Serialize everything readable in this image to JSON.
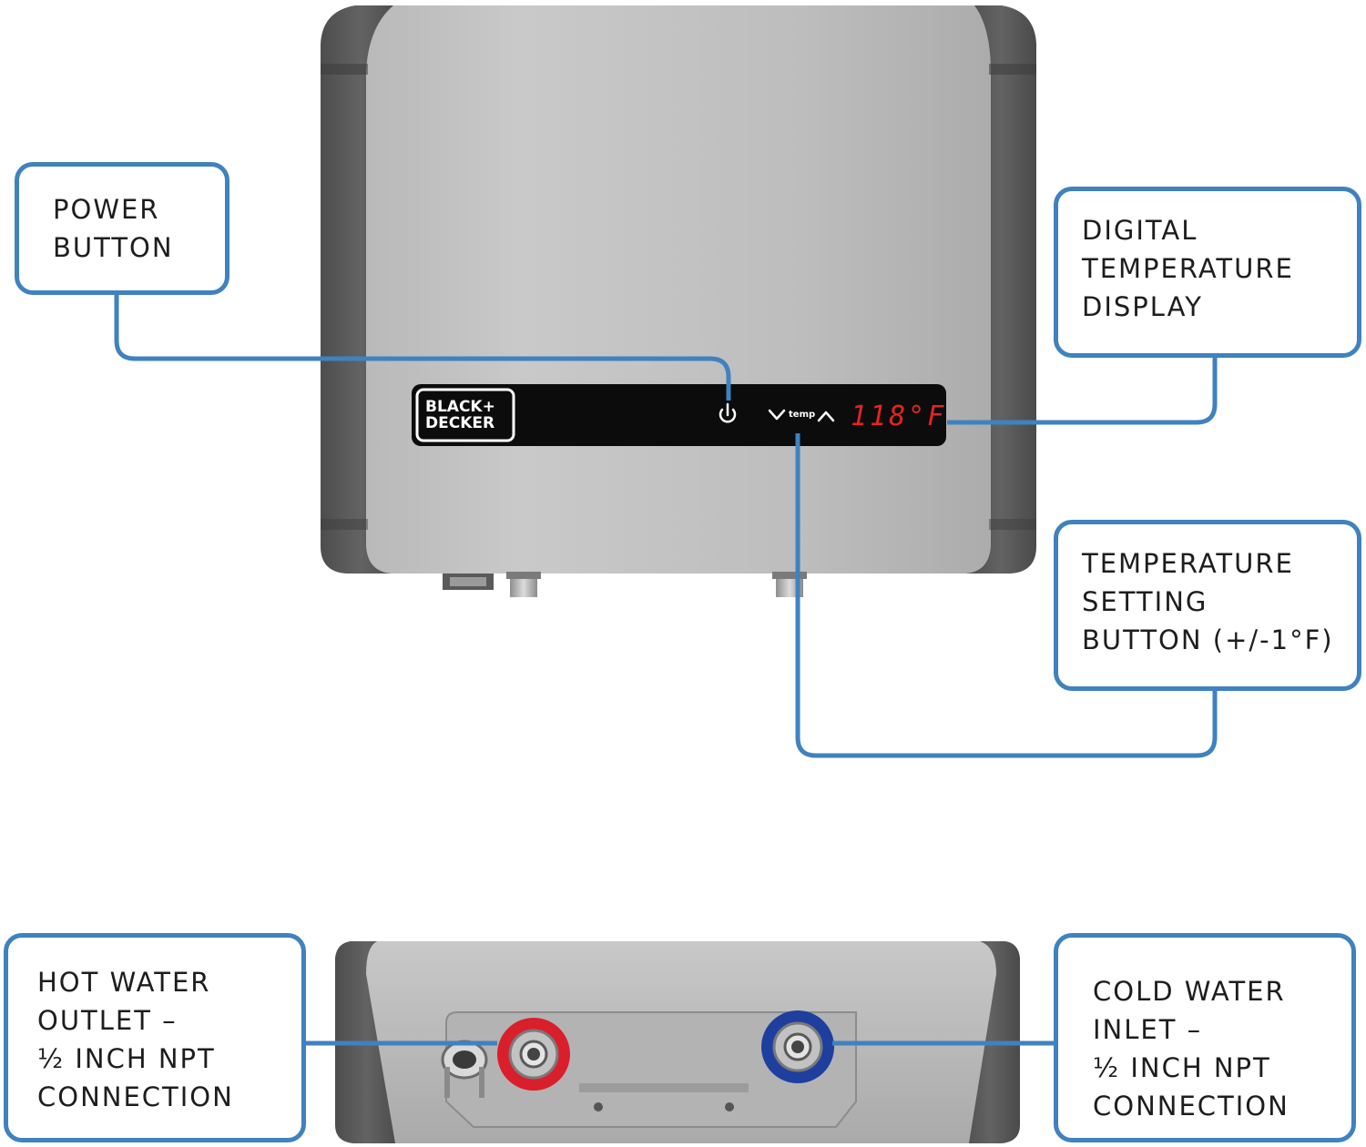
{
  "colors": {
    "accent": "#3f82bf",
    "display_red": "#e8231e",
    "hot_ring": "#d91f2b",
    "cold_ring": "#1f3f9e"
  },
  "brand": {
    "logo_lines": [
      "BLACK+",
      "DECKER"
    ]
  },
  "display": {
    "temp_label": "temp",
    "temperature": "118°F"
  },
  "callouts": {
    "power_button": {
      "lines": [
        "POWER",
        "BUTTON"
      ]
    },
    "digital_display": {
      "lines": [
        "DIGITAL",
        "TEMPERATURE",
        "DISPLAY"
      ]
    },
    "temp_setting": {
      "lines": [
        "TEMPERATURE",
        "SETTING",
        "BUTTON (+/-1°F)"
      ]
    },
    "hot_outlet": {
      "lines": [
        "HOT WATER",
        "OUTLET –",
        "½ INCH NPT",
        "CONNECTION"
      ]
    },
    "cold_inlet": {
      "lines": [
        "COLD WATER",
        "INLET –",
        "½ INCH NPT",
        "CONNECTION"
      ]
    }
  },
  "icons": [
    "power-icon",
    "chevron-down-icon",
    "chevron-up-icon"
  ]
}
